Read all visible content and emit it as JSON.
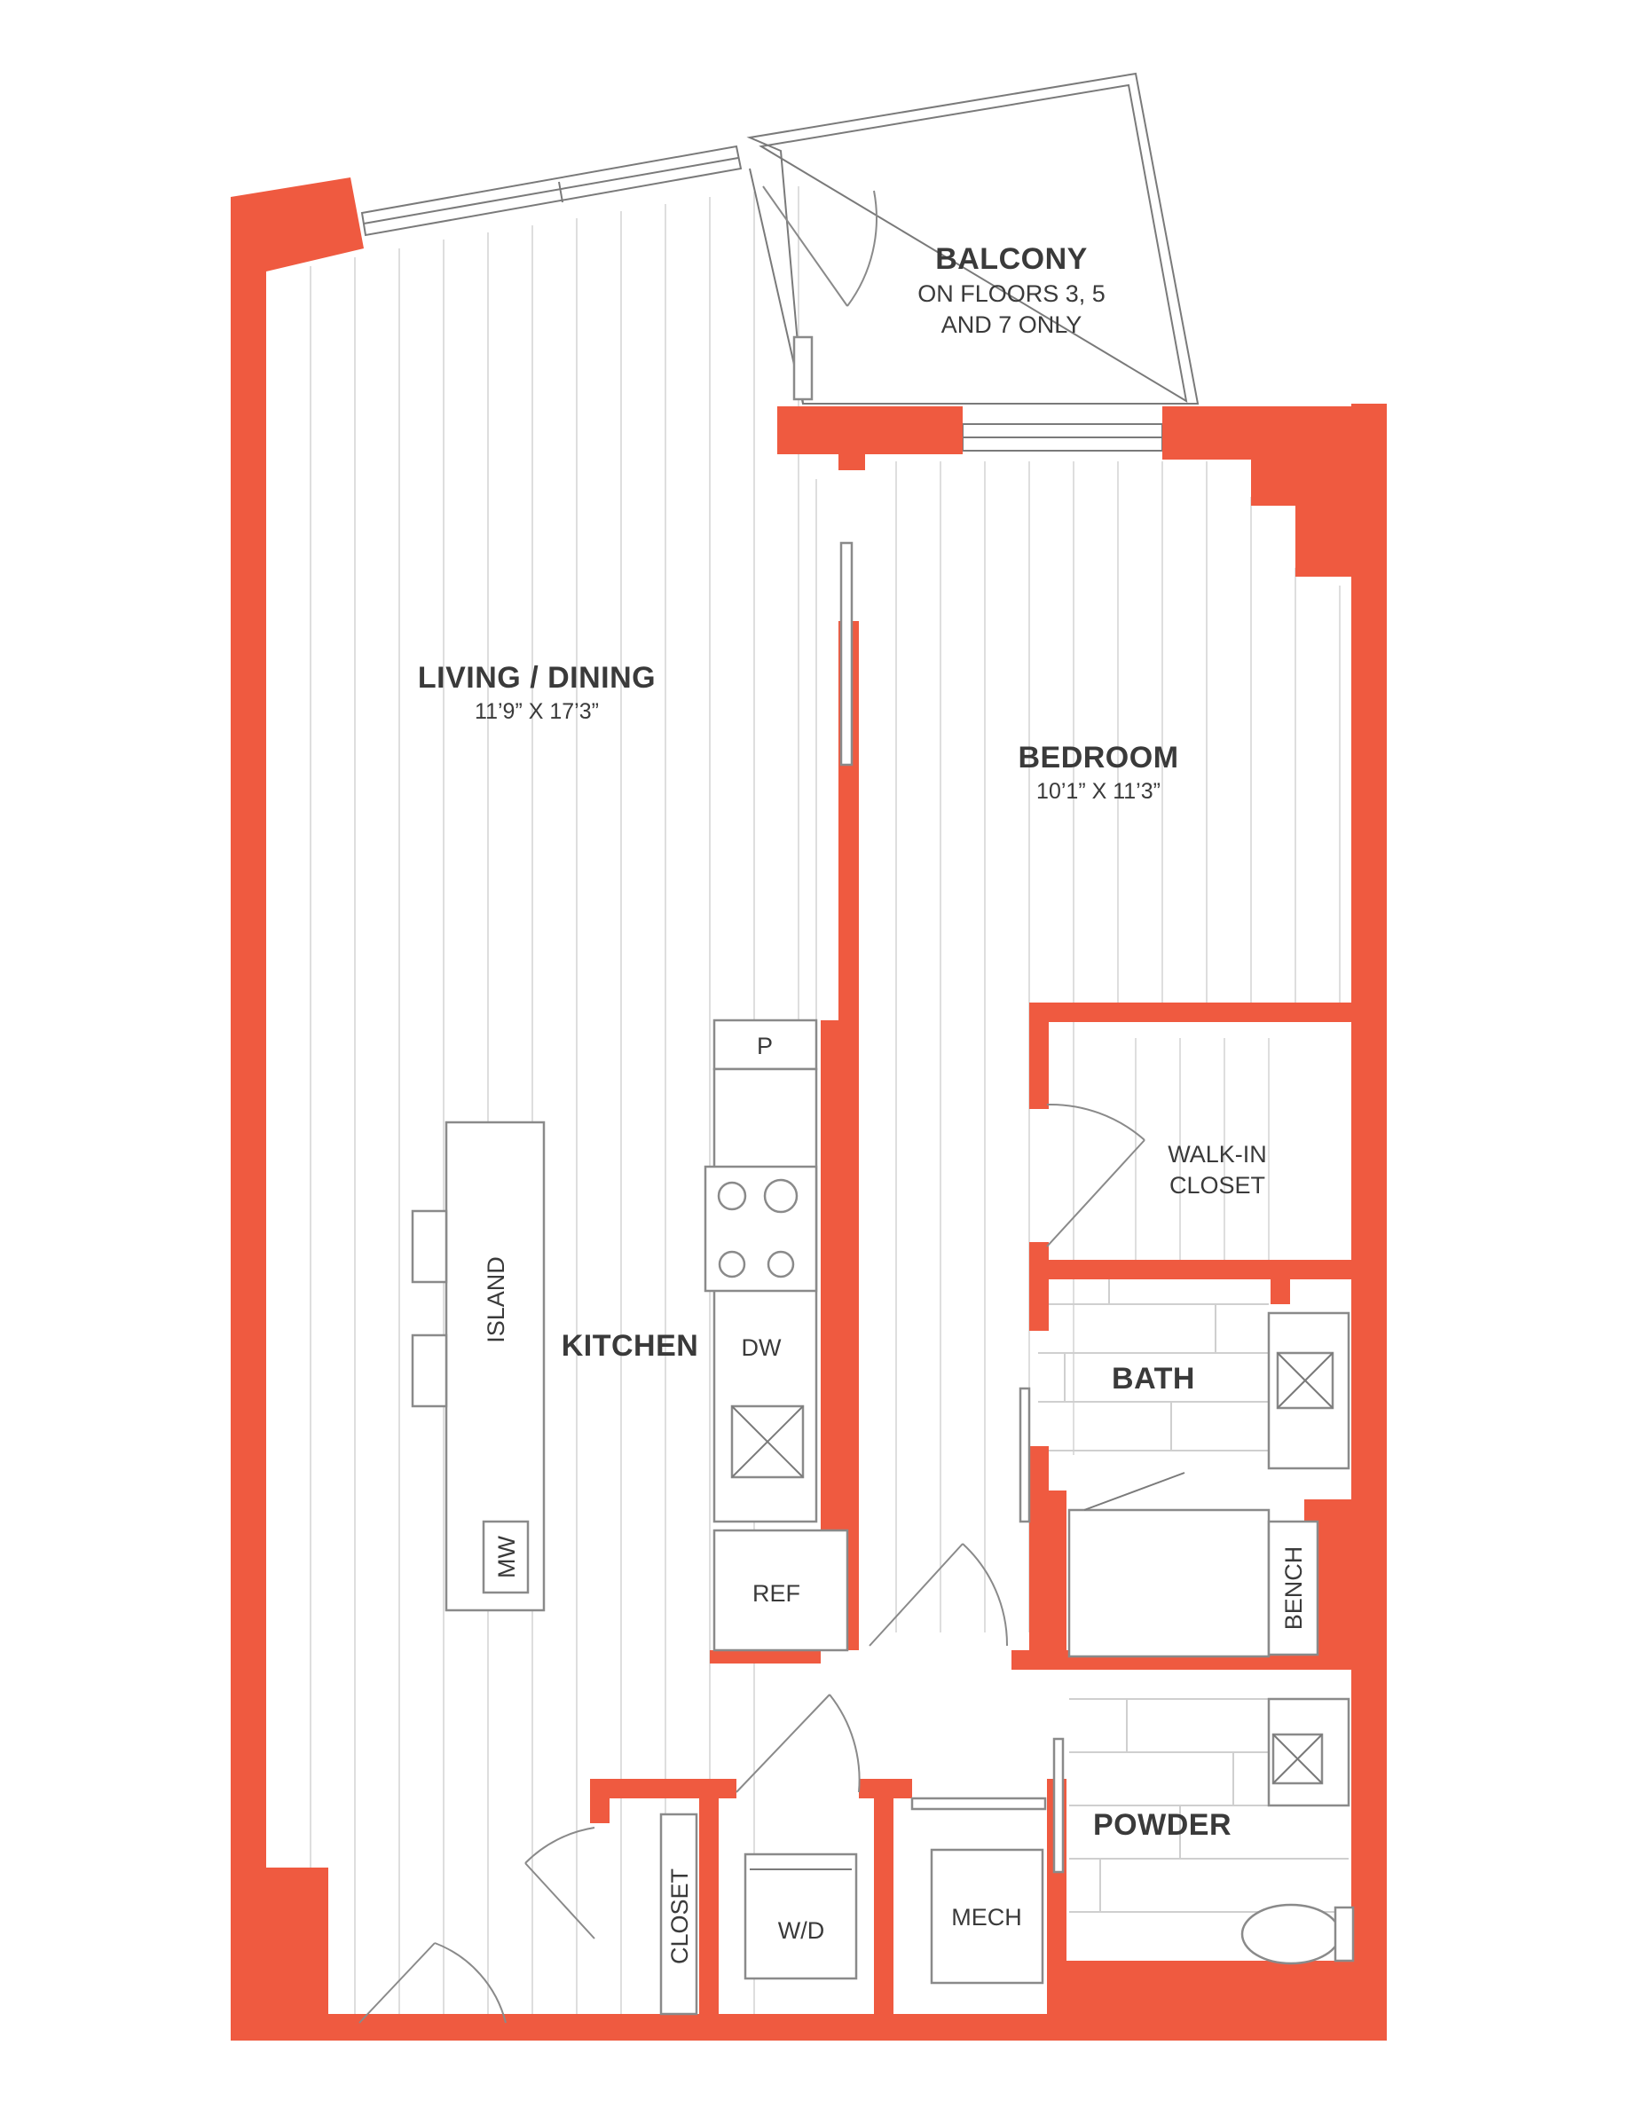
{
  "rooms": {
    "balcony": {
      "name": "BALCONY",
      "note_line1": "ON FLOORS 3, 5",
      "note_line2": "AND 7 ONLY"
    },
    "living": {
      "name": "LIVING / DINING",
      "dims": "11’9” X 17’3”"
    },
    "bedroom": {
      "name": "BEDROOM",
      "dims": "10’1” X 11’3”"
    },
    "kitchen": {
      "name": "KITCHEN"
    },
    "walkin": {
      "line1": "WALK-IN",
      "line2": "CLOSET"
    },
    "bath": {
      "name": "BATH"
    },
    "powder": {
      "name": "POWDER"
    },
    "closet": {
      "name": "CLOSET"
    },
    "washer_dryer": {
      "name": "W/D"
    },
    "mech": {
      "name": "MECH"
    }
  },
  "fixtures": {
    "pantry": "P",
    "dishwasher": "DW",
    "refrigerator": "REF",
    "island": "ISLAND",
    "microwave": "MW",
    "bench": "BENCH"
  },
  "colors": {
    "wall": "#ef5a40",
    "text": "#3a3a3a",
    "floor_lines": "#dedede"
  }
}
